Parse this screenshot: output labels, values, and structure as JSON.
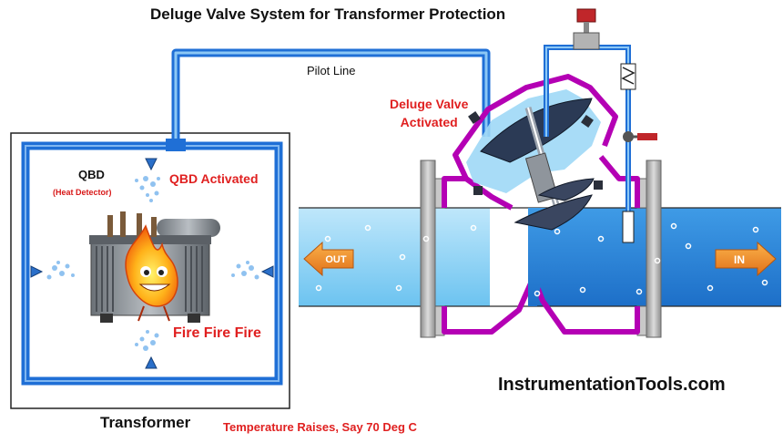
{
  "title": "Deluge Valve System for Transformer Protection",
  "pilot_line_label": "Pilot Line",
  "deluge_valve_label": {
    "line1": "Deluge Valve",
    "line2": "Activated"
  },
  "qbd_label": "QBD",
  "qbd_sublabel": "(Heat Detector)",
  "qbd_status": "QBD Activated",
  "fire_label": "Fire Fire Fire",
  "outlet_arrow_label": "OUT",
  "inlet_arrow_label": "IN",
  "website": "InstrumentationTools.com",
  "transformer_label": "Transformer",
  "temperature_note": "Temperature Raises,  Say 70 Deg C",
  "colors": {
    "pipe_blue": "#1f6fd6",
    "water_light": "#8fd3f6",
    "water_dark": "#2f86d8",
    "valve_magenta": "#b400b4",
    "flange_gray": "#a8a8a8",
    "label_red": "#e02020",
    "arrow_orange": "#f08a1c"
  }
}
